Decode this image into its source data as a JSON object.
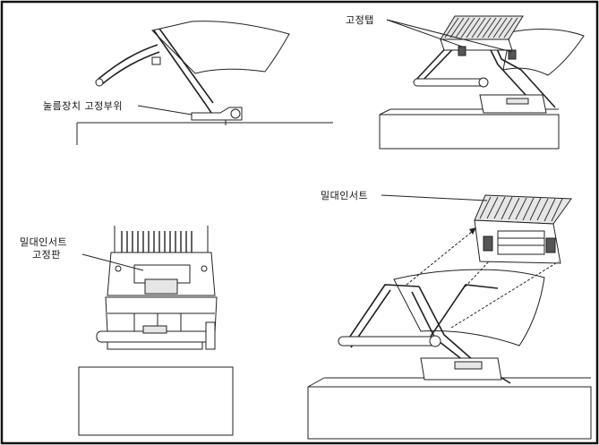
{
  "labels": {
    "press_device_mount": "눌름장치 고정부위",
    "fixing_tab": "고정탭",
    "press_insert": "밀대인서트",
    "press_insert_plate_line1": "밀대인서트",
    "press_insert_plate_line2": "고정판"
  }
}
